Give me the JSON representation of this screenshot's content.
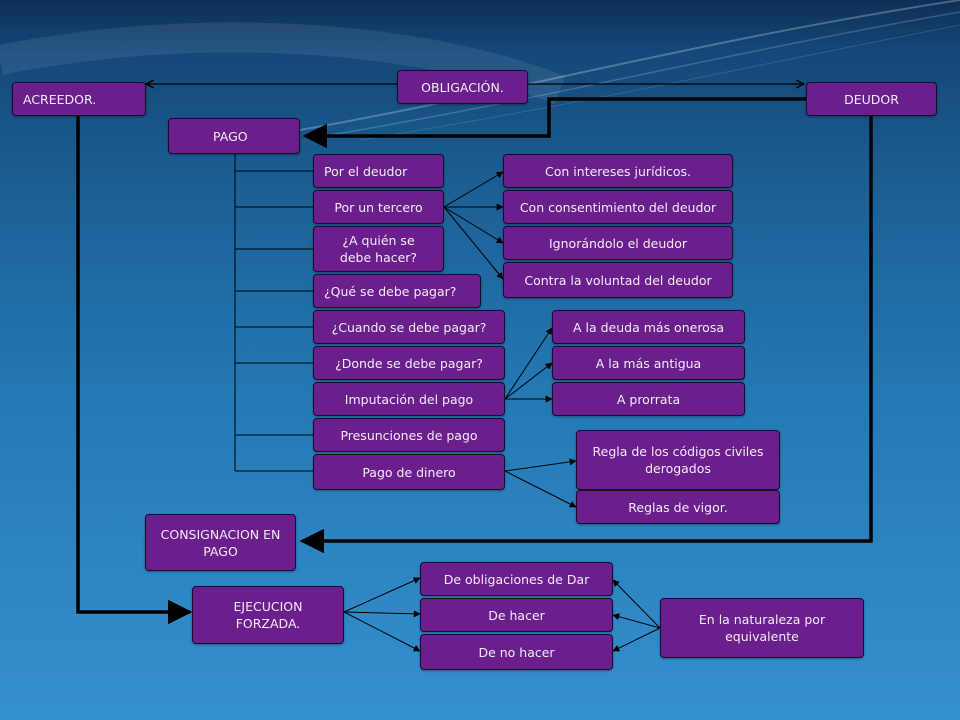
{
  "colors": {
    "box_fill": "#6a1f8c",
    "box_text": "#f3ecf7",
    "connector": "#000000"
  },
  "nodes": {
    "obligacion": "OBLIGACIÓN.",
    "acreedor": "ACREEDOR.",
    "deudor": "DEUDOR",
    "pago": "PAGO",
    "por_el_deudor": "Por el deudor",
    "por_un_tercero": "Por un tercero",
    "a_quien": "¿A quién se debe hacer?",
    "que_pagar": "¿Qué se debe pagar?",
    "cuando_pagar": "¿Cuando se debe pagar?",
    "donde_pagar": "¿Donde se debe pagar?",
    "imputacion": "Imputación del pago",
    "presunciones": "Presunciones de pago",
    "pago_dinero": "Pago de dinero",
    "intereses": "Con intereses jurídicos.",
    "consentimiento": "Con consentimiento del deudor",
    "ignorandolo": "Ignorándolo el deudor",
    "contra_voluntad": "Contra la voluntad del deudor",
    "deuda_onerosa": "A la deuda más onerosa",
    "mas_antigua": "A la más antigua",
    "prorrata": "A prorrata",
    "regla_codigos": "Regla de los códigos civiles derogados",
    "reglas_vigor": "Reglas de vigor.",
    "consignacion": "CONSIGNACION EN PAGO",
    "ejecucion": "EJECUCION FORZADA.",
    "oblig_dar": "De obligaciones de Dar",
    "de_hacer": "De hacer",
    "de_no_hacer": "De no hacer",
    "naturaleza": "En la naturaleza por equivalente"
  }
}
